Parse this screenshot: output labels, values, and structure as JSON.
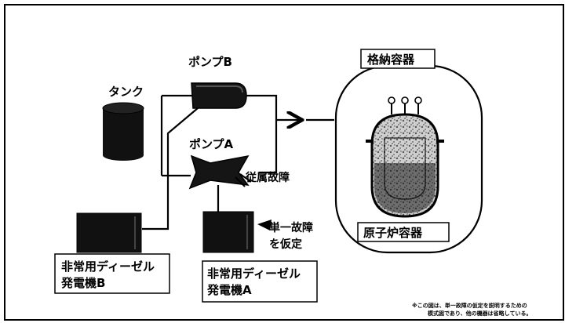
{
  "labels": {
    "tank": "タンク",
    "pump_b": "ポンプB",
    "pump_a": "ポンプA",
    "containment": "格納容器",
    "reactor_vessel": "原子炉容器",
    "dependent_failure": "従属故障",
    "single_failure": [
      "単一故障",
      "を仮定"
    ],
    "generator_b": [
      "非常用ディーゼル",
      "発電機B"
    ],
    "generator_a": [
      "非常用ディーゼル",
      "発電機A"
    ]
  },
  "footnote": [
    "※この図は、単一故障の仮定を説明するための",
    "模式図であり、他の機器は省略している。"
  ]
}
